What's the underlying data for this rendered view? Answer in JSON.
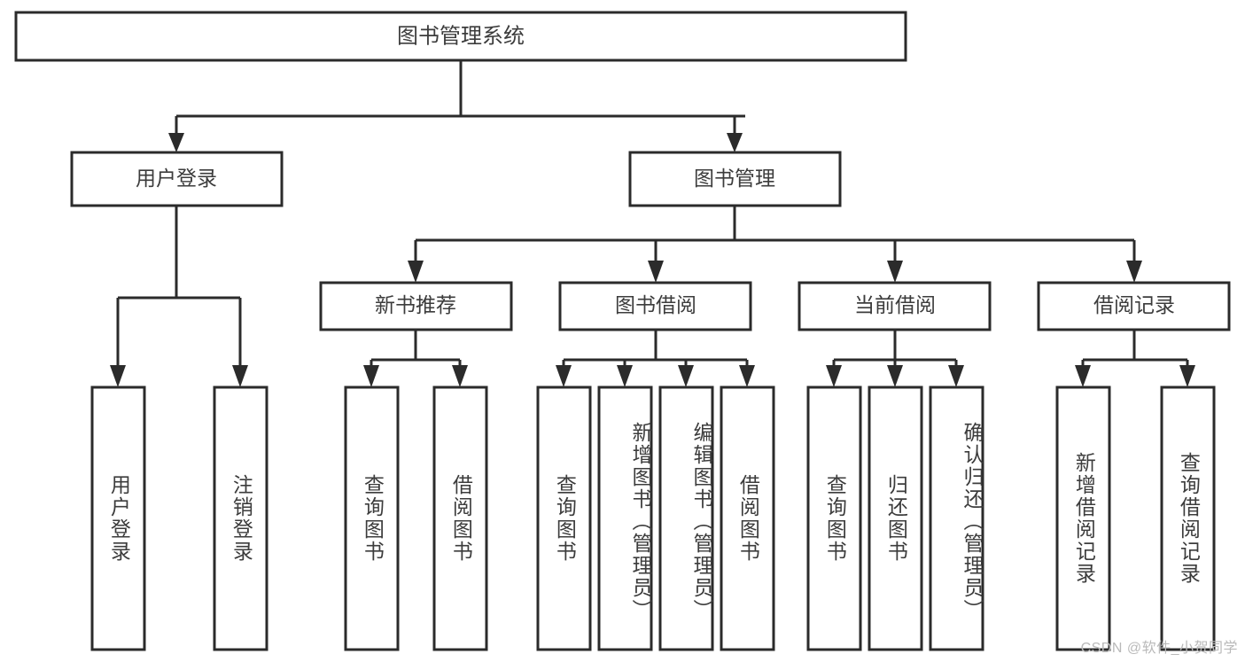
{
  "diagram": {
    "type": "tree-hierarchy",
    "title": "图书管理系统",
    "orientation": "top-down",
    "colors": {
      "stroke": "#2b2b2b",
      "box_fill": "#ffffff",
      "text": "#3c3c3c",
      "background": "#ffffff",
      "watermark": "#b9b9b9"
    },
    "levels": 4,
    "root": {
      "id": "root",
      "label": "图书管理系统",
      "children": [
        {
          "id": "user-login",
          "label": "用户登录",
          "children": [
            {
              "id": "user-login-leaf",
              "label": "用户登录"
            },
            {
              "id": "user-logout-leaf",
              "label": "注销登录"
            }
          ]
        },
        {
          "id": "book-management",
          "label": "图书管理",
          "children": [
            {
              "id": "new-book-recommend",
              "label": "新书推荐",
              "children": [
                {
                  "id": "recommend-query-book",
                  "label": "查询图书"
                },
                {
                  "id": "recommend-borrow-book",
                  "label": "借阅图书"
                }
              ]
            },
            {
              "id": "book-borrow",
              "label": "图书借阅",
              "children": [
                {
                  "id": "borrow-query-book",
                  "label": "查询图书"
                },
                {
                  "id": "borrow-add-book",
                  "label": "新增图书（管理员）"
                },
                {
                  "id": "borrow-edit-book",
                  "label": "编辑图书（管理员）"
                },
                {
                  "id": "borrow-borrow-book",
                  "label": "借阅图书"
                }
              ]
            },
            {
              "id": "current-borrow",
              "label": "当前借阅",
              "children": [
                {
                  "id": "current-query-book",
                  "label": "查询图书"
                },
                {
                  "id": "current-return-book",
                  "label": "归还图书"
                },
                {
                  "id": "current-confirm-return",
                  "label": "确认归还（管理员）"
                }
              ]
            },
            {
              "id": "borrow-record",
              "label": "借阅记录",
              "children": [
                {
                  "id": "record-add",
                  "label": "新增借阅记录"
                },
                {
                  "id": "record-query",
                  "label": "查询借阅记录"
                }
              ]
            }
          ]
        }
      ]
    }
  },
  "watermark": {
    "text": "CSDN @软件_小贺同学"
  }
}
